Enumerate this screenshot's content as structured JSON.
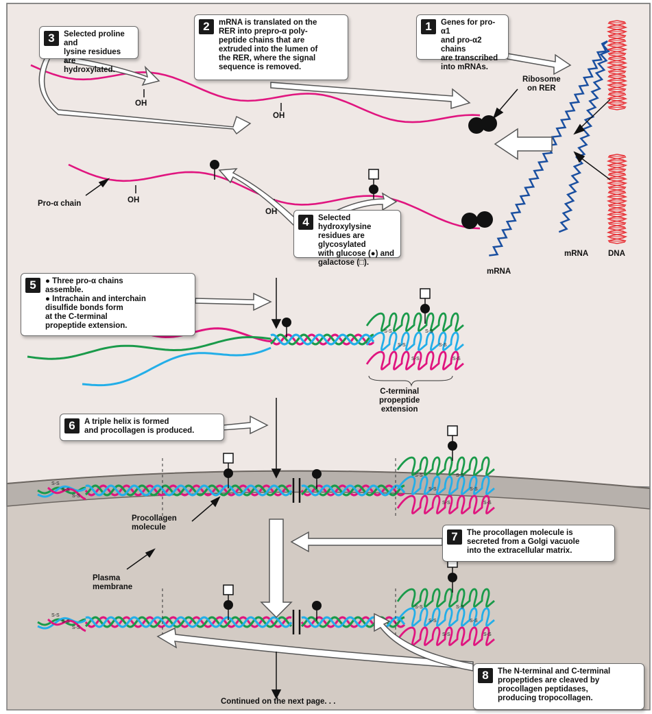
{
  "steps": [
    {
      "num": "1",
      "text": "Genes for pro-α1\nand pro-α2 chains\nare transcribed\ninto mRNAs."
    },
    {
      "num": "2",
      "text": "mRNA is translated on the\nRER into prepro-α poly-\npeptide chains that are\nextruded into the lumen of\nthe RER, where the signal\nsequence is removed."
    },
    {
      "num": "3",
      "text": "Selected proline and\nlysine residues are\nhydroxylated."
    },
    {
      "num": "4",
      "text": "Selected hydroxylysine\nresidues are glycosylated\nwith glucose (●) and\ngalactose (□)."
    },
    {
      "num": "5",
      "text": "● Three pro-α chains\n   assemble.\n● Intrachain and interchain\n   disulfide bonds form\n   at the C-terminal\n   propeptide extension."
    },
    {
      "num": "6",
      "text": "A triple helix is formed\nand procollagen is produced."
    },
    {
      "num": "7",
      "text": "The procollagen molecule is\nsecreted from a Golgi vacuole\ninto the extracellular matrix."
    },
    {
      "num": "8",
      "text": "The N-terminal and C-terminal\npropeptides are cleaved by\nprocollagen peptidases,\nproducing tropocollagen."
    }
  ],
  "labels": {
    "ribosome": "Ribosome\non RER",
    "pro_alpha_chain": "Pro-α chain",
    "oh": "OH",
    "mrna_right": "mRNA",
    "dna": "DNA",
    "mrna_bottom": "mRNA",
    "c_terminal": "C-terminal\npropeptide\nextension",
    "procollagen_molecule": "Procollagen\nmolecule",
    "plasma_membrane": "Plasma\nmembrane",
    "continued": "Continued on the next page. . ."
  },
  "colors": {
    "cell_interior": "#efe8e5",
    "extracellular": "#d3cbc4",
    "pink_chain": "#e0157f",
    "green_chain": "#1a9a4a",
    "blue_chain": "#23aee8",
    "mrna": "#1a4fa0",
    "dna": "#e8353a"
  }
}
